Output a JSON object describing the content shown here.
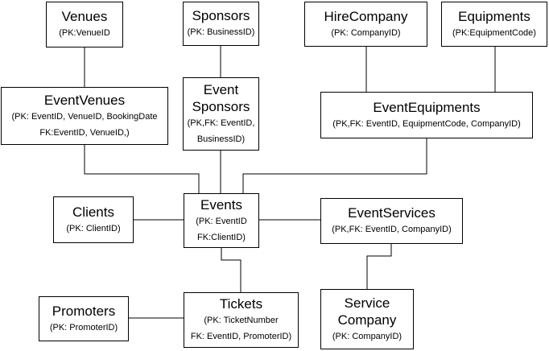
{
  "entities": {
    "venues": {
      "title": "Venues",
      "keys": [
        "(PK:VenueID"
      ]
    },
    "sponsors": {
      "title": "Sponsors",
      "keys": [
        "(PK: BusinessID)"
      ]
    },
    "hire_company": {
      "title": "HireCompany",
      "keys": [
        "(PK: CompanyID)"
      ]
    },
    "equipments": {
      "title": "Equipments",
      "keys": [
        "(PK:EquipmentCode)"
      ]
    },
    "event_venues": {
      "title": "EventVenues",
      "keys": [
        "(PK: EventID, VenueID, BookingDate",
        "FK:EventID, VenueID,)"
      ]
    },
    "event_sponsors": {
      "title": [
        "Event",
        "Sponsors"
      ],
      "keys": [
        "(PK,FK: EventID,",
        "BusinessID)"
      ]
    },
    "event_equipments": {
      "title": "EventEquipments",
      "keys": [
        "(PK,FK: EventID, EquipmentCode, CompanyID)"
      ]
    },
    "clients": {
      "title": "Clients",
      "keys": [
        "(PK: ClientID)"
      ]
    },
    "events": {
      "title": "Events",
      "keys": [
        "(PK: EventID",
        "FK:ClientID)"
      ]
    },
    "event_services": {
      "title": "EventServices",
      "keys": [
        "(PK,FK: EventID, CompanyID)"
      ]
    },
    "promoters": {
      "title": "Promoters",
      "keys": [
        "(PK: PromoterID)"
      ]
    },
    "tickets": {
      "title": "Tickets",
      "keys": [
        "(PK: TicketNumber",
        "FK: EventID, PromoterID)"
      ]
    },
    "service_company": {
      "title": [
        "Service",
        "Company"
      ],
      "keys": [
        "(PK: CompanyID)"
      ]
    }
  },
  "relationships": [
    {
      "from": "venues",
      "to": "event_venues"
    },
    {
      "from": "sponsors",
      "to": "event_sponsors"
    },
    {
      "from": "hire_company",
      "to": "event_equipments"
    },
    {
      "from": "equipments",
      "to": "event_equipments"
    },
    {
      "from": "event_venues",
      "to": "events"
    },
    {
      "from": "event_sponsors",
      "to": "events"
    },
    {
      "from": "event_equipments",
      "to": "events"
    },
    {
      "from": "clients",
      "to": "events"
    },
    {
      "from": "events",
      "to": "event_services"
    },
    {
      "from": "events",
      "to": "tickets"
    },
    {
      "from": "promoters",
      "to": "tickets"
    },
    {
      "from": "event_services",
      "to": "service_company"
    }
  ]
}
